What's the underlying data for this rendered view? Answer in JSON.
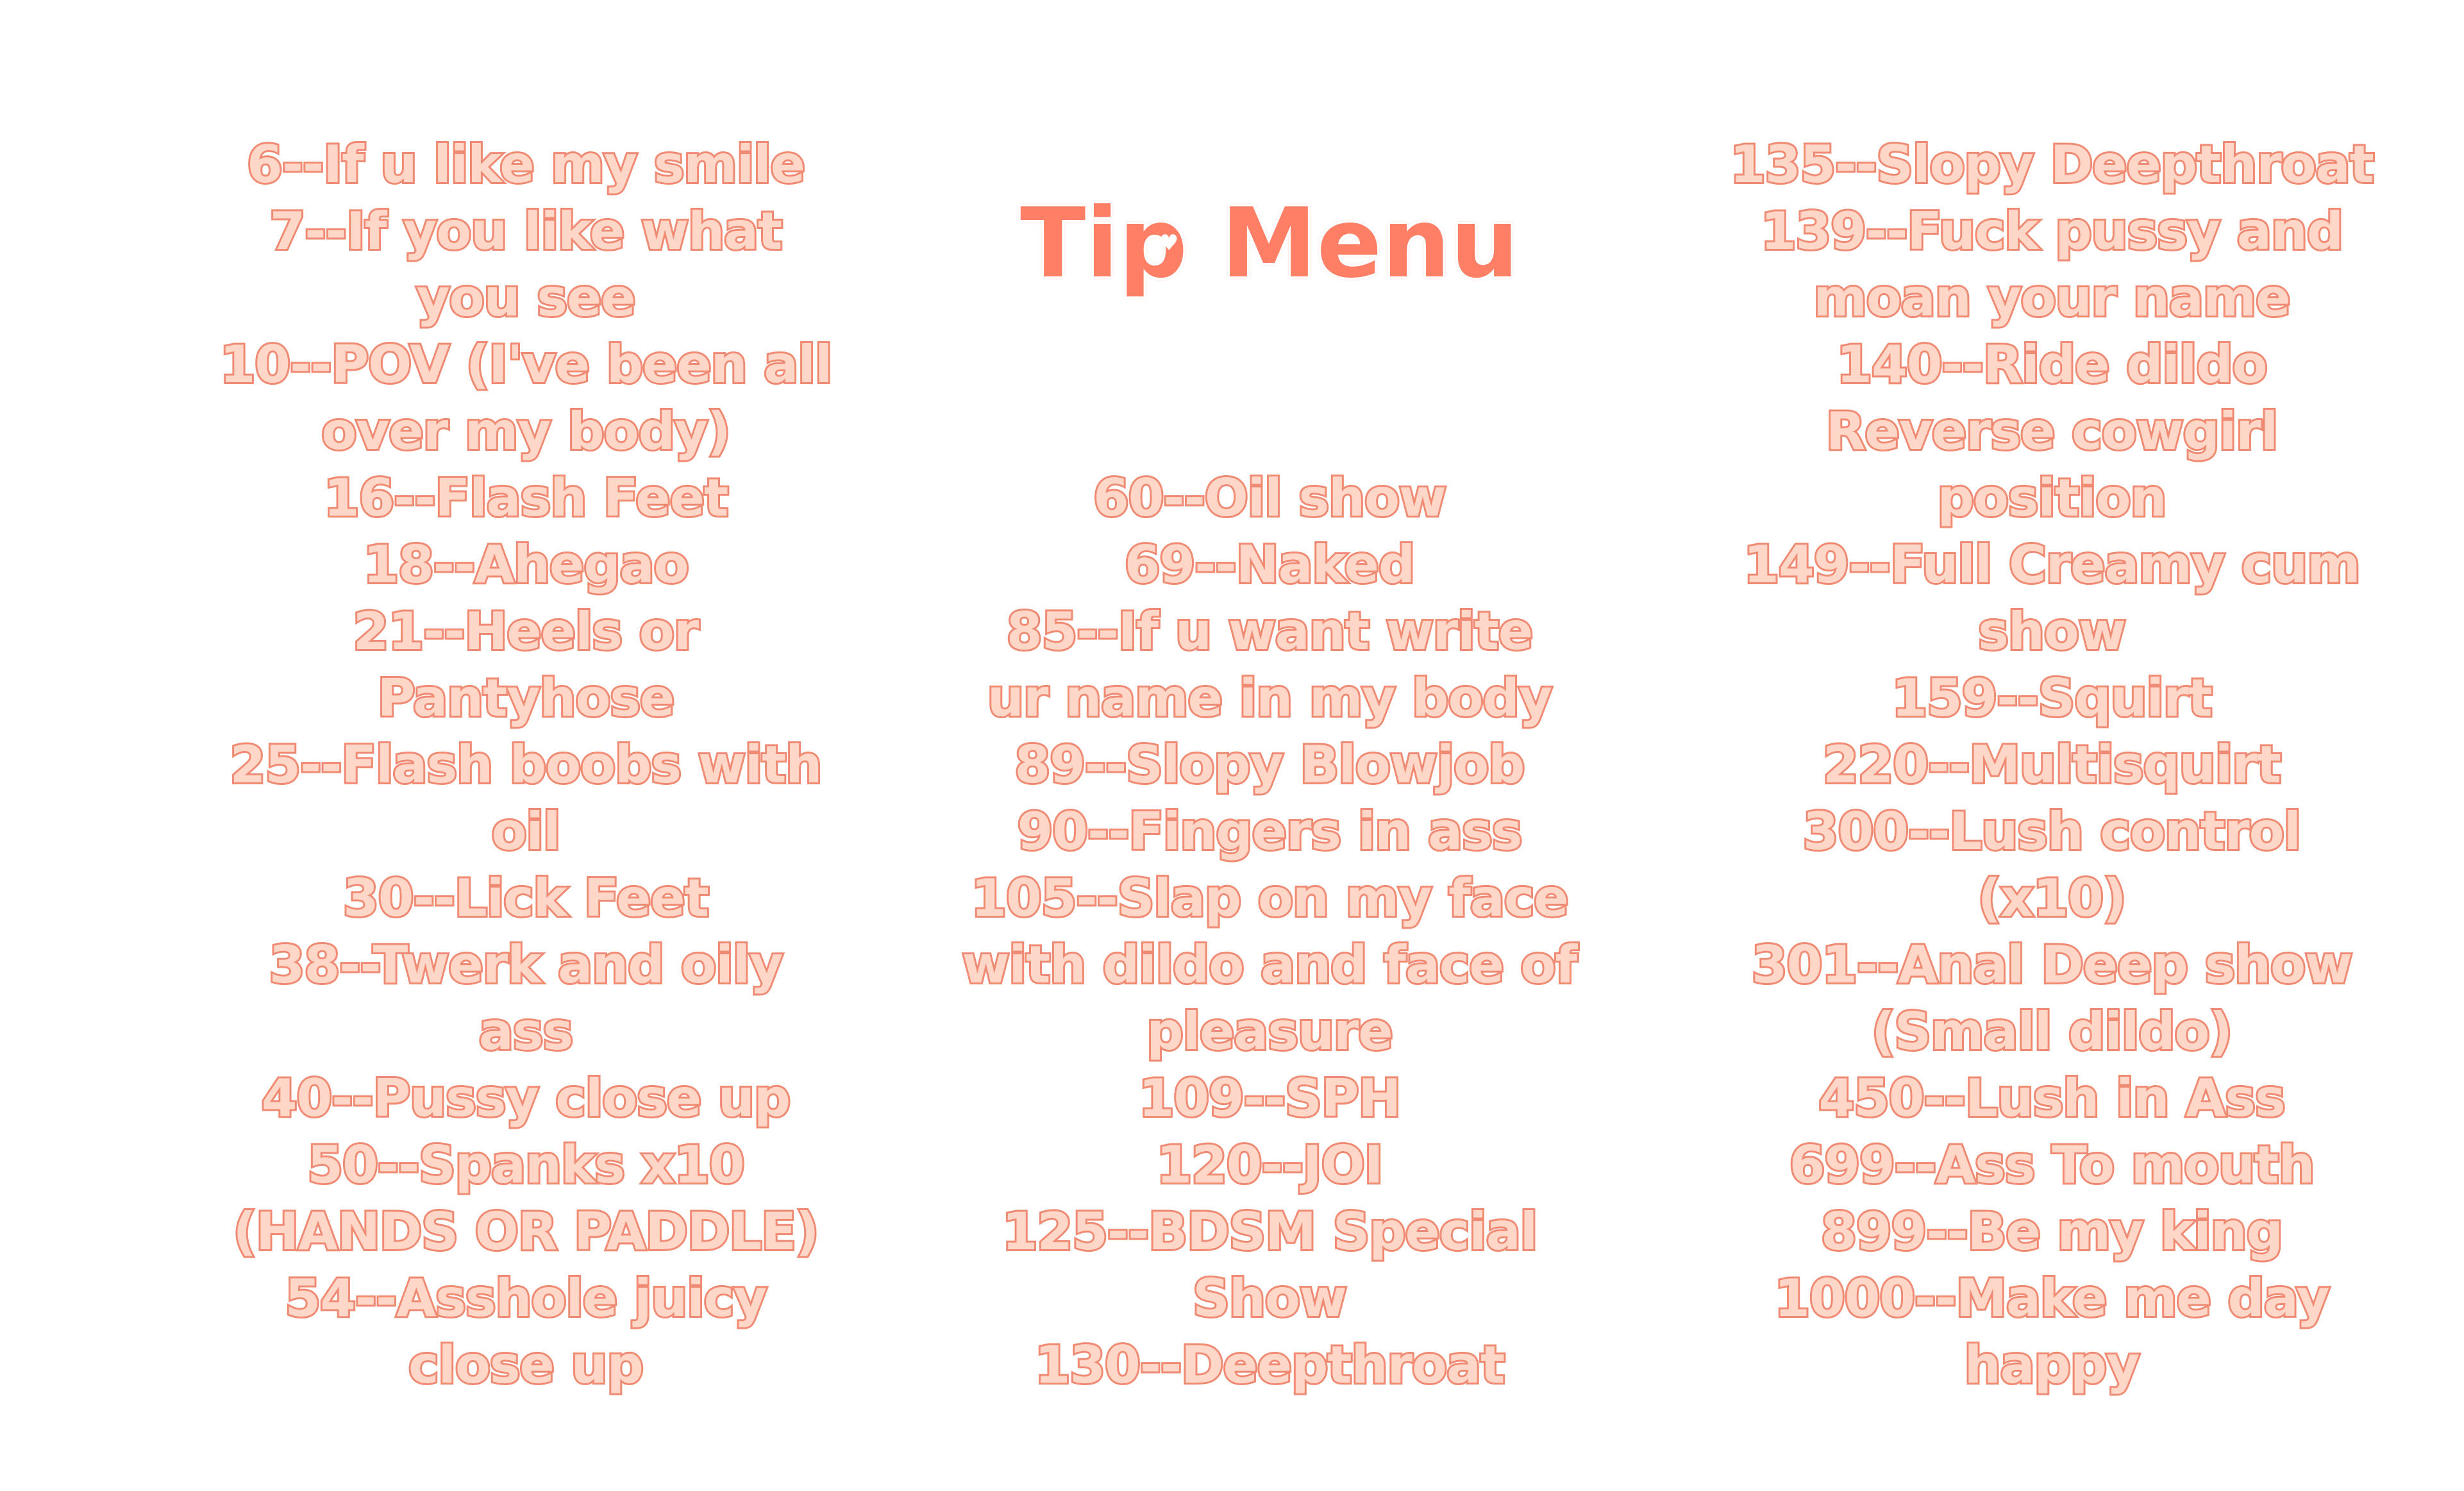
{
  "title": "Tip Menu",
  "colors": {
    "text_fill": "#ffd7c8",
    "text_outline": "#f08b74",
    "title_fill": "#ff7f66",
    "background": "#ffffff"
  },
  "icons": {
    "title_heart": "heart-icon"
  },
  "left_column": [
    "6--If u like my smile",
    "7--If you like what",
    "you see",
    "10--POV (I've been all",
    "over my body)",
    "16--Flash Feet",
    "18--Ahegao",
    "21--Heels or",
    "Pantyhose",
    "25--Flash boobs with",
    "oil",
    "30--Lick Feet",
    "38--Twerk and oily",
    "ass",
    "40--Pussy close up",
    "50--Spanks x10",
    "(HANDS OR PADDLE)",
    "54--Asshole juicy",
    "close up"
  ],
  "center_column": [
    "60--Oil show",
    "69--Naked",
    "85--If u want write",
    "ur name in my body",
    "89--Slopy Blowjob",
    "90--Fingers in ass",
    "105--Slap on my face",
    "with dildo and face of",
    "pleasure",
    "109--SPH",
    "120--JOI",
    "125--BDSM Special",
    "Show",
    "130--Deepthroat"
  ],
  "right_column": [
    "135--Slopy Deepthroat",
    "139--Fuck pussy and",
    "moan your name",
    "140--Ride dildo",
    "Reverse cowgirl",
    "position",
    "149--Full Creamy cum",
    "show",
    "159--Squirt",
    "220--Multisquirt",
    "300--Lush control",
    "(x10)",
    "301--Anal Deep show",
    "(Small dildo)",
    "450--Lush in Ass",
    "699--Ass To mouth",
    "899--Be my king",
    "1000--Make me day",
    "happy"
  ]
}
